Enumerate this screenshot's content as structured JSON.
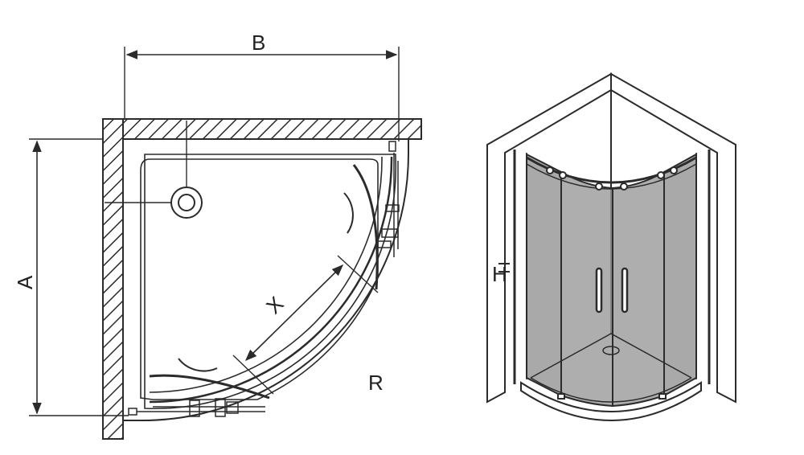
{
  "plan_view": {
    "labels": {
      "width": "B",
      "depth": "A",
      "opening": "X",
      "radius": "R"
    }
  },
  "perspective_view": {
    "labels": {
      "height": "H"
    }
  },
  "colors": {
    "line": "#2b2b2b",
    "glass": "#9a9a9a",
    "background": "#ffffff"
  }
}
